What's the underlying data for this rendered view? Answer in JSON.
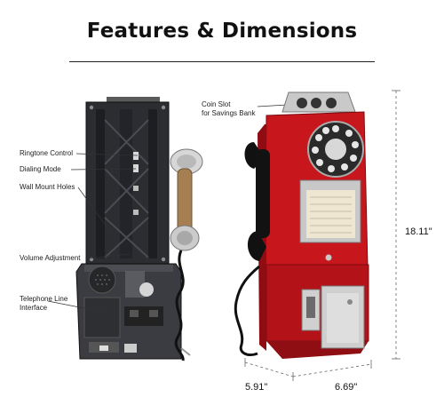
{
  "header": {
    "title": "Features & Dimensions"
  },
  "callouts": {
    "ringtone": "Ringtone Control",
    "dialing": "Dialing Mode",
    "wall_mount": "Wall Mount Holes",
    "volume": "Volume Adjustment",
    "line_interface": "Telephone Line\nInterface",
    "coin_slot": "Coin Slot\nfor Savings Bank"
  },
  "dimensions": {
    "height": "18.11\"",
    "depth": "5.91\"",
    "width": "6.69\""
  },
  "colors": {
    "phone_red": "#c8161d",
    "back_panel": "#2b2d31",
    "chrome": "#c9c9c9"
  }
}
